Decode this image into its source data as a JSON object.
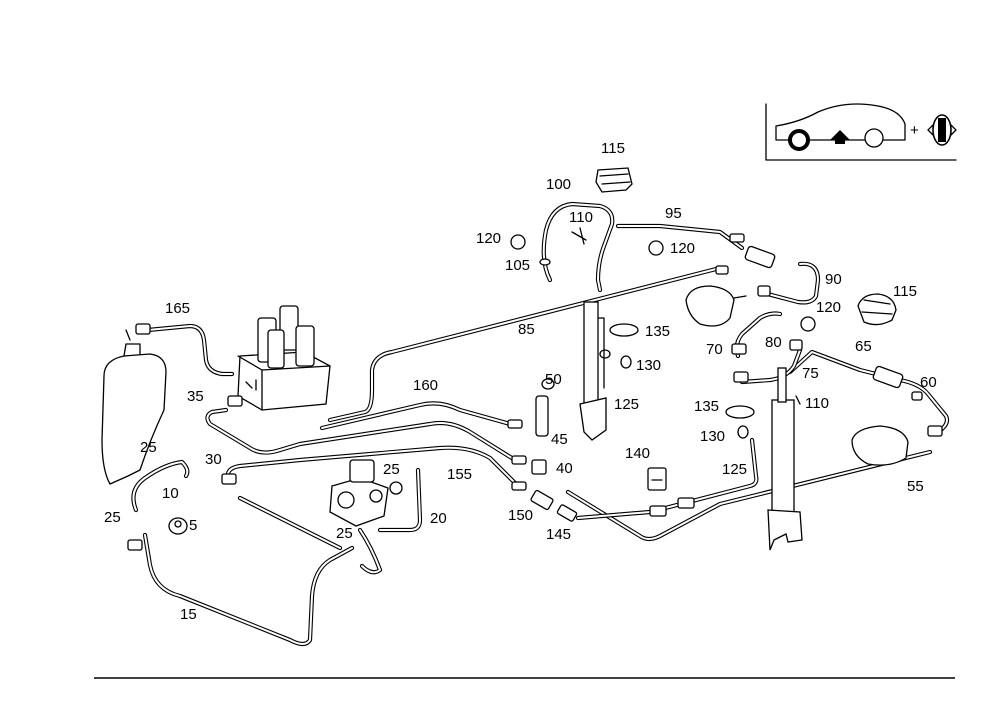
{
  "callouts": {
    "c115a": "115",
    "c100": "100",
    "c110a": "110",
    "c95": "95",
    "c120a": "120",
    "c120b": "120",
    "c105": "105",
    "c90": "90",
    "c120c": "120",
    "c115b": "115",
    "c165": "165",
    "c85": "85",
    "c135a": "135",
    "c130a": "130",
    "c70": "70",
    "c80": "80",
    "c65": "65",
    "c75": "75",
    "c60": "60",
    "c110b": "110",
    "c35": "35",
    "c160": "160",
    "c50": "50",
    "c125a": "125",
    "c135b": "135",
    "c130b": "130",
    "c25a": "25",
    "c45": "45",
    "c140": "140",
    "c30": "30",
    "c10": "10",
    "c25b": "25",
    "c155": "155",
    "c40": "40",
    "c125b": "125",
    "c55": "55",
    "c25c": "25",
    "c5": "5",
    "c20": "20",
    "c150": "150",
    "c25d": "25",
    "c145": "145",
    "c15": "15"
  },
  "legend": {
    "plus": "+"
  }
}
